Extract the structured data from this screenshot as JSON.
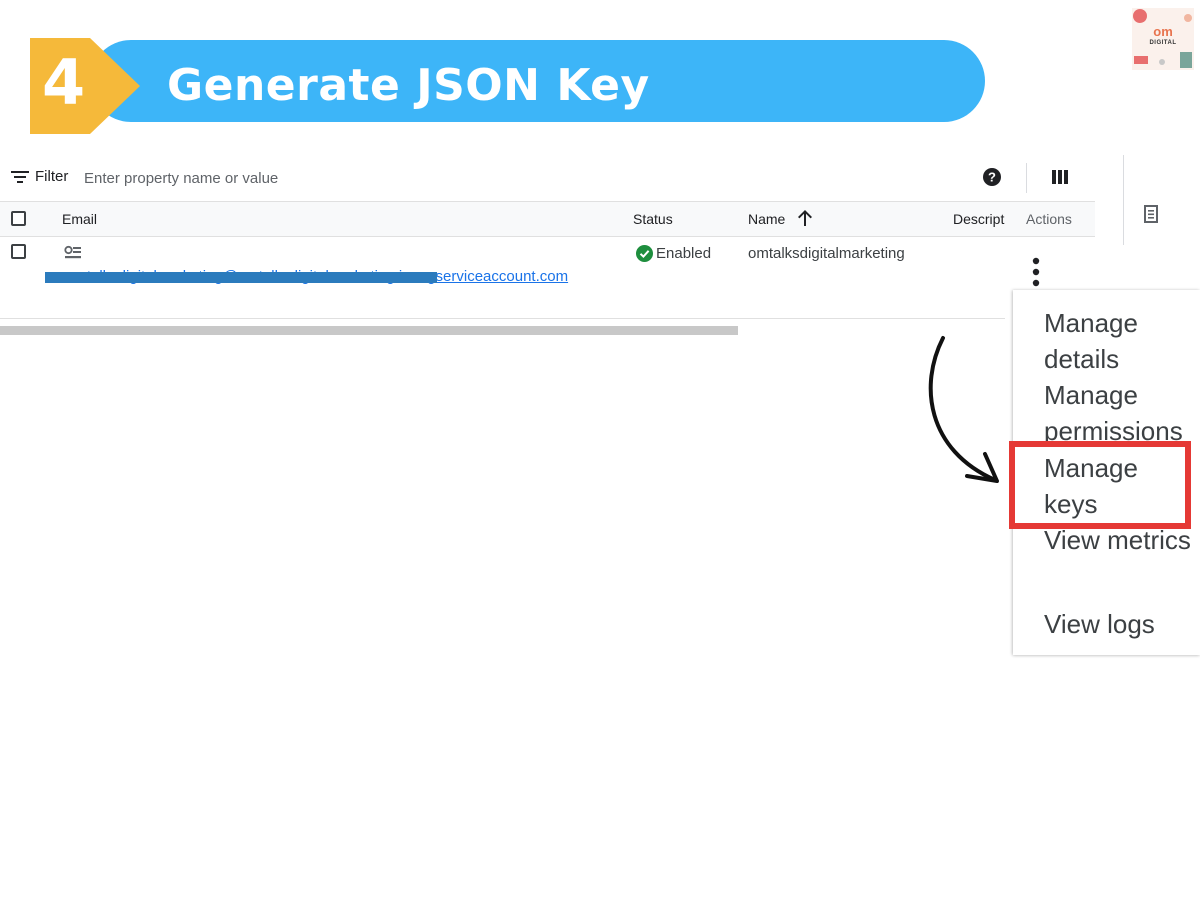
{
  "banner": {
    "step": "4",
    "title": "Generate JSON Key",
    "colors": {
      "pill": "#3db5f8",
      "badge": "#f5b93a"
    }
  },
  "logo": {
    "text": "om",
    "subtext": "DIGITAL"
  },
  "toolbar": {
    "filter_label": "Filter",
    "filter_placeholder": "Enter property name or value",
    "help_icon": "help-circle-icon",
    "columns_icon": "column-display-icon"
  },
  "table": {
    "columns": [
      "Email",
      "Status",
      "Name",
      "Descript",
      "Actions"
    ],
    "sort": {
      "column": "Name",
      "direction": "ascending"
    },
    "rows": [
      {
        "email": "omtalksdigitalmarketing@omtalksdigitalmarketing.iam.gserviceaccount.com",
        "status": "Enabled",
        "name": "omtalksdigitalmarketing",
        "description": ""
      }
    ]
  },
  "menu": {
    "items": [
      "Manage details",
      "Manage permissions",
      "Manage keys",
      "View metrics",
      "View logs"
    ],
    "highlighted": "Manage keys",
    "highlight_color": "#e53935"
  },
  "colors": {
    "link": "#1a73e8",
    "enabled": "#1e8e3e",
    "redaction": "#2b7bbd"
  }
}
